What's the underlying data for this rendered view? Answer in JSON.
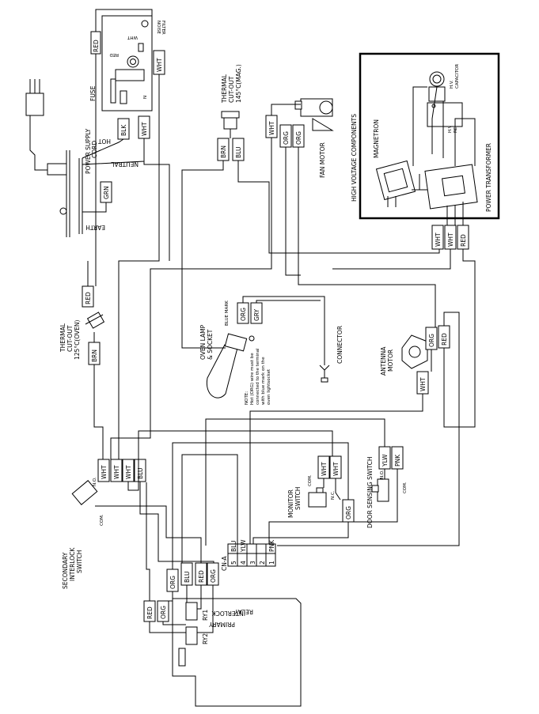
{
  "noise_filter": {
    "label_line1": "NOISE",
    "label_line2": "FILTER",
    "fuse": "FUSE",
    "inner_red": "RED",
    "inner_wht": "WHT",
    "n": "N",
    "l": "L"
  },
  "power_supply": {
    "cord_line1": "POWER SUPPLY",
    "cord_line2": "CORD",
    "hot": "HOT",
    "neutral": "NEUTRAL",
    "earth": "EARTH"
  },
  "thermal_cutout_mag": {
    "line1": "THERMAL",
    "line2": "CUT-OUT",
    "line3": "145°C(MAG.)"
  },
  "thermal_cutout_oven": {
    "line1": "THERMAL",
    "line2": "CUT-OUT",
    "line3": "125°C(OVEN)"
  },
  "fan_motor": "FAN MOTOR",
  "high_voltage": {
    "title": "HIGH VOLTAGE COMPONENTS",
    "magnetron": "MAGNETRON",
    "transformer": "POWER TRANSFORMER",
    "capacitor_line1": "H.V.",
    "capacitor_line2": "CAPACITOR",
    "rectifier_line1": "H.V.",
    "rectifier_line2": "RECTIFIER"
  },
  "oven_lamp": {
    "line1": "OVEN LAMP",
    "line2": "& SOCKET",
    "blue_mark": "BLUE MARK",
    "note_title": "NOTE:",
    "note_line1": "Hot (ORG) wire must be",
    "note_line2": "connected to the terminal",
    "note_line3": "with blue mark on the",
    "note_line4": "oven lightsocket"
  },
  "connector": "CONNECTOR",
  "antenna_motor": {
    "line1": "ANTENNA",
    "line2": "MOTOR"
  },
  "secondary_interlock": {
    "line1": "SECONDARY",
    "line2": "INTERLOCK",
    "line3": "SWITCH",
    "no": "N.O.",
    "com": "COM."
  },
  "monitor_switch": {
    "line1": "MONITOR",
    "line2": "SWITCH",
    "com": "COM.",
    "nc": "N.C."
  },
  "door_sensing": {
    "label": "DOOR SENSING SWITCH",
    "no": "N.O.",
    "com": "COM."
  },
  "relay": {
    "line1": "PRIMARY",
    "line2": "INTERLOCK",
    "line3": "RELAY",
    "ry1": "RY1",
    "ry2": "RY2",
    "cn_a": "CN-A"
  },
  "cn_a_pins": [
    {
      "pin": "5",
      "wire": "BLU"
    },
    {
      "pin": "4",
      "wire": "YLW"
    },
    {
      "pin": "3",
      "wire": ""
    },
    {
      "pin": "2",
      "wire": ""
    },
    {
      "pin": "1",
      "wire": "PNK"
    }
  ],
  "wires": {
    "red": "RED",
    "wht": "WHT",
    "blk": "BLK",
    "grn": "GRN",
    "brn": "BRN",
    "blu": "BLU",
    "org": "ORG",
    "gry": "GRY",
    "ylw": "YLW",
    "pnk": "PNK"
  }
}
